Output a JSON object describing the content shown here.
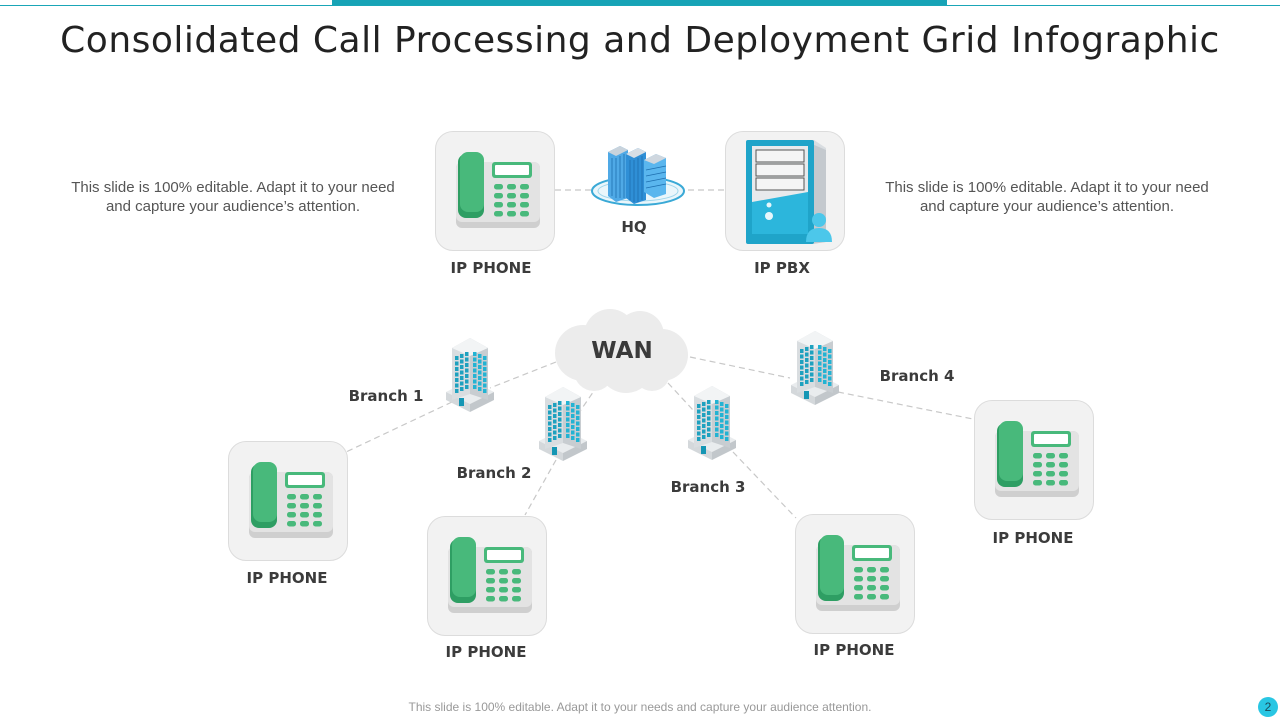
{
  "slide": {
    "title": "Consolidated Call Processing and Deployment Grid Infographic",
    "accent_color": "#17a3b6",
    "page_number": "2",
    "footer_note": "This slide is 100% editable. Adapt it to your needs and capture your audience attention."
  },
  "descriptions": {
    "left": "This slide is 100% editable. Adapt it to your need and capture your audience’s attention.",
    "right": "This slide is 100% editable. Adapt it to your need and capture your audience’s attention."
  },
  "hq": {
    "label": "HQ",
    "ip_phone_label": "IP PHONE",
    "ip_pbx_label": "IP PBX"
  },
  "wan": {
    "label": "WAN"
  },
  "branches": [
    {
      "label": "Branch 1",
      "phone_label": "IP PHONE"
    },
    {
      "label": "Branch 2",
      "phone_label": "IP PHONE"
    },
    {
      "label": "Branch 3",
      "phone_label": "IP PHONE"
    },
    {
      "label": "Branch 4",
      "phone_label": "IP PHONE"
    }
  ],
  "icons": {
    "phone": "desk-phone-icon",
    "pbx": "server-tower-icon",
    "hq": "hq-buildings-icon",
    "branch": "office-building-icon",
    "wan": "cloud-icon"
  }
}
